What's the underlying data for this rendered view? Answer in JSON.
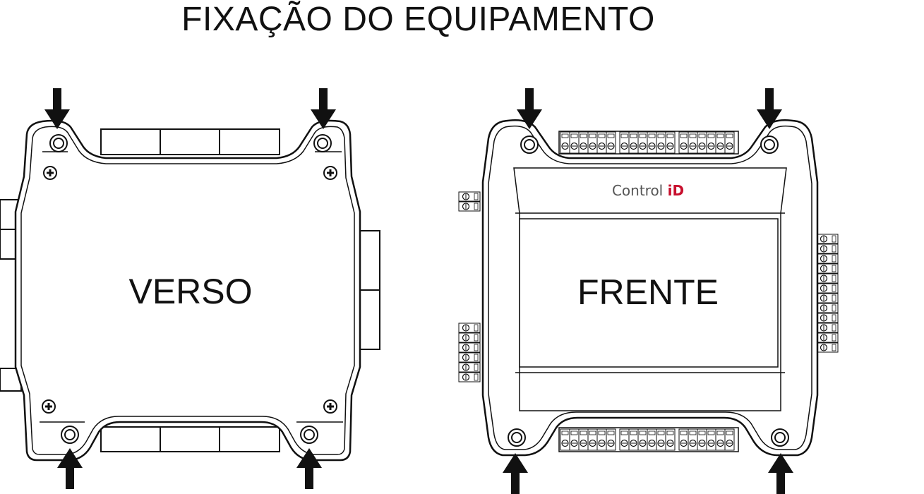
{
  "title": "FIXAÇÃO DO EQUIPAMENTO",
  "back_view": {
    "label": "VERSO"
  },
  "front_view": {
    "label": "FRENTE",
    "brand_prefix": "Control",
    "brand_suffix": "iD"
  },
  "colors": {
    "ink": "#111111",
    "brand_text": "#555555",
    "brand_accent": "#c8102e"
  },
  "icons": [
    "down-arrow-icon",
    "up-arrow-icon",
    "screw-icon",
    "mounting-hole-icon"
  ]
}
